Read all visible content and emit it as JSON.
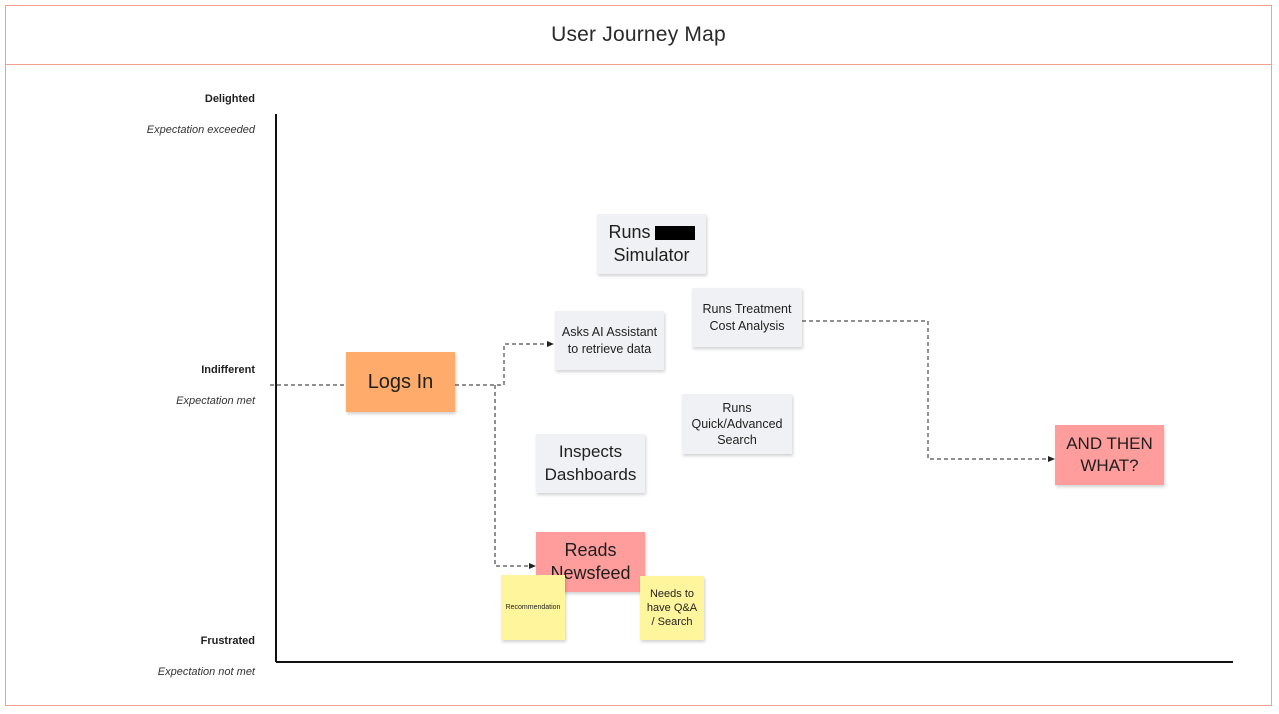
{
  "header": {
    "title": "User Journey Map"
  },
  "levels": {
    "delighted": {
      "label": "Delighted",
      "sub": "Expectation exceeded"
    },
    "indifferent": {
      "label": "Indifferent",
      "sub": "Expectation met"
    },
    "frustrated": {
      "label": "Frustrated",
      "sub": "Expectation not met"
    }
  },
  "notes": {
    "logs_in": "Logs In",
    "runs_simulator_1": "Runs",
    "runs_simulator_2": "Simulator",
    "ai_assistant": "Asks AI Assistant to retrieve data",
    "treatment_cost": "Runs Treatment Cost Analysis",
    "quick_search": "Runs Quick/Advanced Search",
    "inspects_dashboards": "Inspects Dashboards",
    "reads_newsfeed": "Reads Newsfeed",
    "and_then_what": "AND THEN WHAT?",
    "recommendation": "Recommendation",
    "needs_qa": "Needs to have Q&A / Search"
  },
  "colors": {
    "border": "#f1a08f",
    "note_grey": "#f0f1f4",
    "note_orange": "#ffab6b",
    "note_pink": "#ff9c9c",
    "note_yellow": "#fff59c"
  }
}
